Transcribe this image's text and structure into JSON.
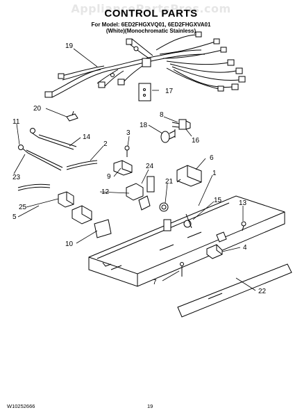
{
  "watermark": "AppliancePartsPros.com",
  "title": "CONTROL PARTS",
  "model_line": "For Model: 6ED2FHGXVQ01, 6ED2FHGXVA01",
  "variant_line": "(White)(Monochromatic Stainless)",
  "doc_number": "W10252666",
  "page_number": "19",
  "callouts": [
    "19",
    "17",
    "20",
    "8",
    "18",
    "16",
    "11",
    "14",
    "3",
    "2",
    "6",
    "23",
    "24",
    "9",
    "1",
    "21",
    "13",
    "12",
    "15",
    "25",
    "5",
    "10",
    "4",
    "7",
    "22"
  ]
}
